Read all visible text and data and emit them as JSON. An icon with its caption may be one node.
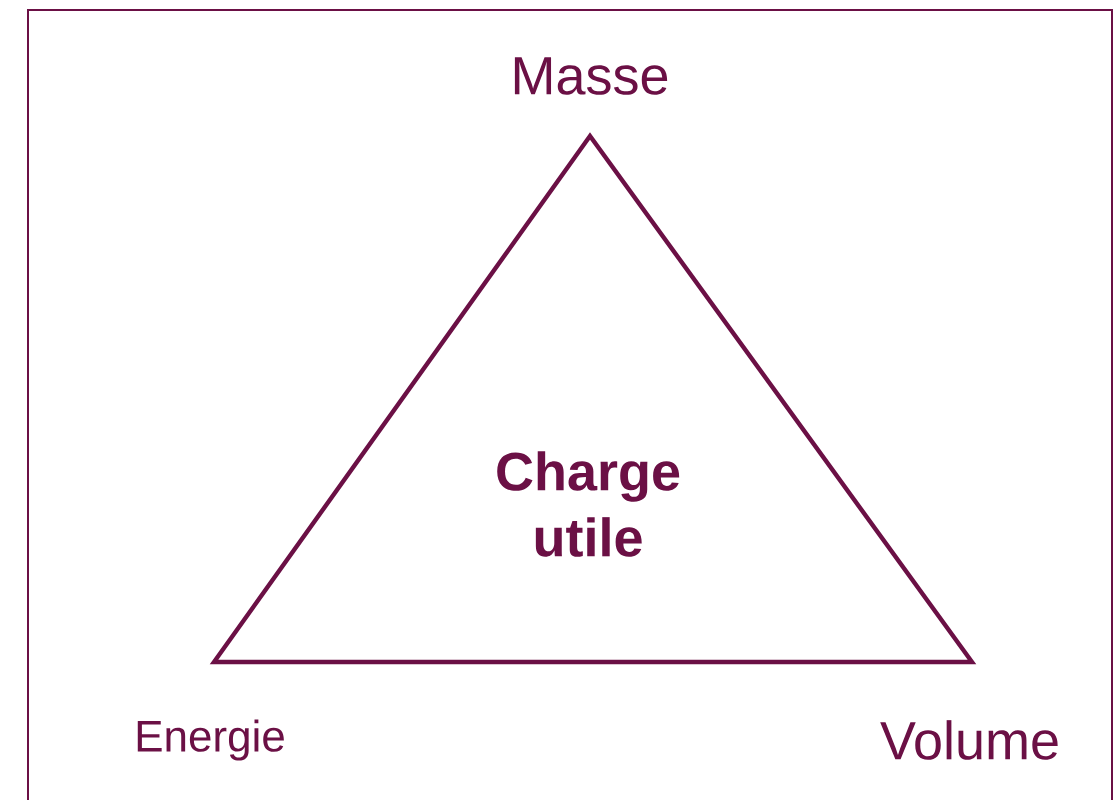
{
  "diagram": {
    "nodes": [
      {
        "text": [
          "Charge utile"
        ]
      }
    ],
    "labels": [
      "Masse",
      "Energie",
      "Volume"
    ]
  }
}
